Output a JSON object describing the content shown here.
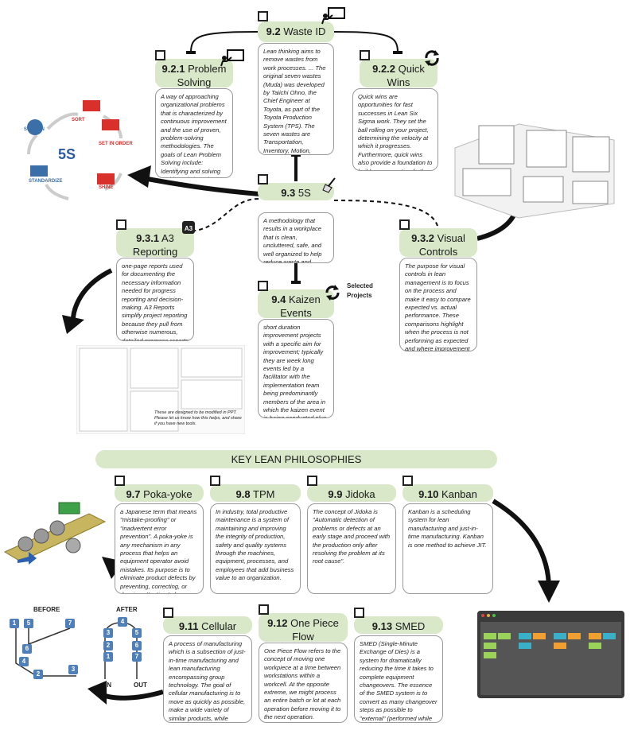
{
  "nodes": {
    "waste_id": {
      "num": "9.2",
      "title": "Waste ID",
      "desc": "Lean thinking aims to remove wastes from work processes. ... The original seven wastes (Muda) was developed by Taiichi Ohno, the Chief Engineer at Toyota, as part of the Toyota Production System (TPS). The seven wastes are Transportation, Inventory, Motion, Waiting, Overproduction, Overprocessing and Defects."
    },
    "problem_solving": {
      "num": "9.2.1",
      "title": "Problem Solving",
      "desc": "A way of approaching organizational problems that is characterized by continuous improvement and the use of proven, problem-solving methodologies. The goals of Lean Problem Solving include: Identifying and solving problems in less time and achievement of measurable results."
    },
    "quick_wins": {
      "num": "9.2.2",
      "title": "Quick Wins",
      "desc": "Quick wins are opportunities for fast successes in Lean Six Sigma work. They set the ball rolling on your project, determining the velocity at which it progresses. Furthermore, quick wins also provide a foundation to build on, generating further (and quicker!) wins."
    },
    "five_s": {
      "num": "9.3",
      "title": "5S",
      "desc": "A methodology that results in a workplace that is clean, uncluttered, safe, and well organized to help reduce waste and optimize productivity."
    },
    "a3": {
      "num": "9.3.1",
      "title": "A3 Reporting",
      "desc": "one-page reports used for documenting the necessary information needed for progress reporting and decision-making. A3 Reports simplify project reporting because they pull from otherwise numerous, detailed progress reports and extensive background analyses."
    },
    "visual_controls": {
      "num": "9.3.2",
      "title": "Visual Controls",
      "desc": "The purpose for visual controls in lean management is to focus on the process and make it easy to compare expected vs. actual performance. These comparisons highlight when the process is not performing as expected and where improvement might be needed."
    },
    "kaizen": {
      "num": "9.4",
      "title": "Kaizen Events",
      "desc": "short duration improvement projects with a specific aim for improvement; typically they are week long events led by a facilitator with the implementation team being predominantly members of the area in which the kaizen event is being conducted plus a few additional people from support areas and even management."
    },
    "pokayoke": {
      "num": "9.7",
      "title": "Poka-yoke",
      "desc": "a Japanese term that means \"mistake-proofing\" or \"inadvertent error prevention\". A poka-yoke is any mechanism in any process that helps an equipment operator avoid mistakes. Its purpose is to eliminate product defects by preventing, correcting, or drawing attention to human errors as they occur."
    },
    "tpm": {
      "num": "9.8",
      "title": "TPM",
      "desc": "In industry, total productive maintenance is a system of maintaining and improving the integrity of production, safety and quality systems through the machines, equipment, processes, and employees that add business value to an organization."
    },
    "jidoka": {
      "num": "9.9",
      "title": "Jidoka",
      "desc": "The concept of Jidoka is \"Automatic detection of problems or defects at an early stage and proceed with the production only after resolving the problem at its root cause\"."
    },
    "kanban": {
      "num": "9.10",
      "title": "Kanban",
      "desc": "Kanban is a scheduling system for lean manufacturing and just-in-time manufacturing. Kanban is one method to achieve JIT."
    },
    "cellular": {
      "num": "9.11",
      "title": "Cellular Mfg.",
      "desc": "A process of manufacturing which is a subsection of just-in-time manufacturing and lean manufacturing encompassing group technology. The goal of cellular manufacturing is to move as quickly as possible, make a wide variety of similar products, while making as little waste as possible."
    },
    "one_piece": {
      "num": "9.12",
      "title": "One Piece Flow",
      "desc": "One Piece Flow refers to the concept of moving one workpiece at a time between workstations within a workcell. At the opposite extreme, we might process an entire batch or lot at each operation before moving it to the next operation."
    },
    "smed": {
      "num": "9.13",
      "title": "SMED",
      "desc": "SMED (Single-Minute Exchange of Dies) is a system for dramatically reducing the time it takes to complete equipment changeovers. The essence of the SMED system is to convert as many changeover steps as possible to \"external\" (performed while the equipment is running), and to simplify and streamline the remaining steps."
    }
  },
  "banner": "KEY LEAN PHILOSOPHIES",
  "selected_projects": "Selected Projects",
  "five_s_graphic": {
    "center": "5S",
    "sort": "SORT",
    "set_in_order": "SET IN ORDER",
    "shine": "SHINE",
    "standardize": "STANDARDIZE",
    "sustain": "SUSTAIN"
  },
  "a3_caption": "These are designed to be modified in PPT. Please let us know how this helps, and share if you have new tools.",
  "cellular_graphic": {
    "before": "BEFORE",
    "after": "AFTER",
    "in": "IN",
    "out": "OUT",
    "before_nums": [
      "1",
      "5",
      "7",
      "6",
      "4",
      "2",
      "3"
    ],
    "after_nums": [
      "4",
      "3",
      "5",
      "2",
      "6",
      "1",
      "7"
    ]
  },
  "colors": {
    "header": "#d9e8c9",
    "arrow": "#111111",
    "badge": "#4f7fb8",
    "red": "#d9302b"
  }
}
